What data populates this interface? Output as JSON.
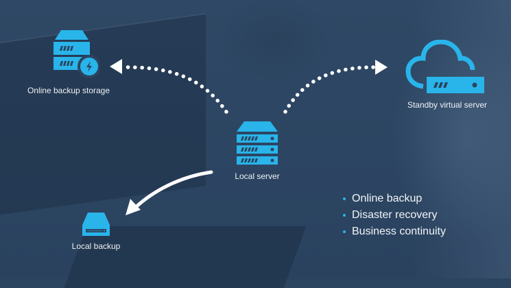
{
  "colors": {
    "accent": "#29b4ea",
    "background": "#2b4460",
    "text": "#eef2f6",
    "arrow": "#ffffff"
  },
  "nodes": {
    "online_backup_storage": {
      "label": "Online backup storage",
      "icon": "storage-server-bolt-icon"
    },
    "standby_virtual_server": {
      "label": "Standby virtual server",
      "icon": "cloud-server-icon"
    },
    "local_server": {
      "label": "Local server",
      "icon": "rack-server-icon"
    },
    "local_backup": {
      "label": "Local backup",
      "icon": "hard-drive-icon"
    }
  },
  "edges": [
    {
      "from": "Local server",
      "to": "Online backup storage",
      "style": "dotted"
    },
    {
      "from": "Local server",
      "to": "Standby virtual server",
      "style": "dotted"
    },
    {
      "from": "Local server",
      "to": "Local backup",
      "style": "solid"
    }
  ],
  "features": [
    "Online backup",
    "Disaster recovery",
    "Business continuity"
  ]
}
